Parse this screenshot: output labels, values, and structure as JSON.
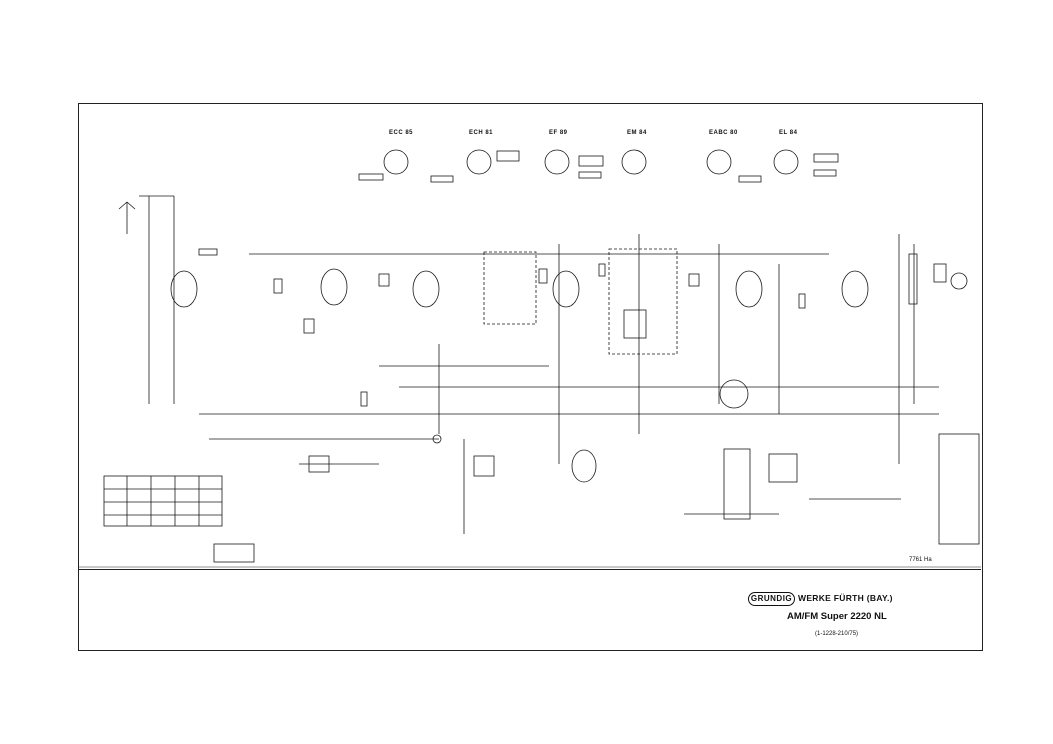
{
  "tubes": [
    {
      "label": "ECC 85"
    },
    {
      "label": "ECH 81"
    },
    {
      "label": "EF 89"
    },
    {
      "label": "EM 84"
    },
    {
      "label": "EABC 80"
    },
    {
      "label": "EL 84"
    }
  ],
  "title_block": {
    "brand": "GRUNDIG",
    "maker": "WERKE FÜRTH (BAY.)",
    "model": "AM/FM Super 2220 NL",
    "doc_number": "(1-1228-210/75)",
    "sheet_number": "7761 Ha"
  }
}
